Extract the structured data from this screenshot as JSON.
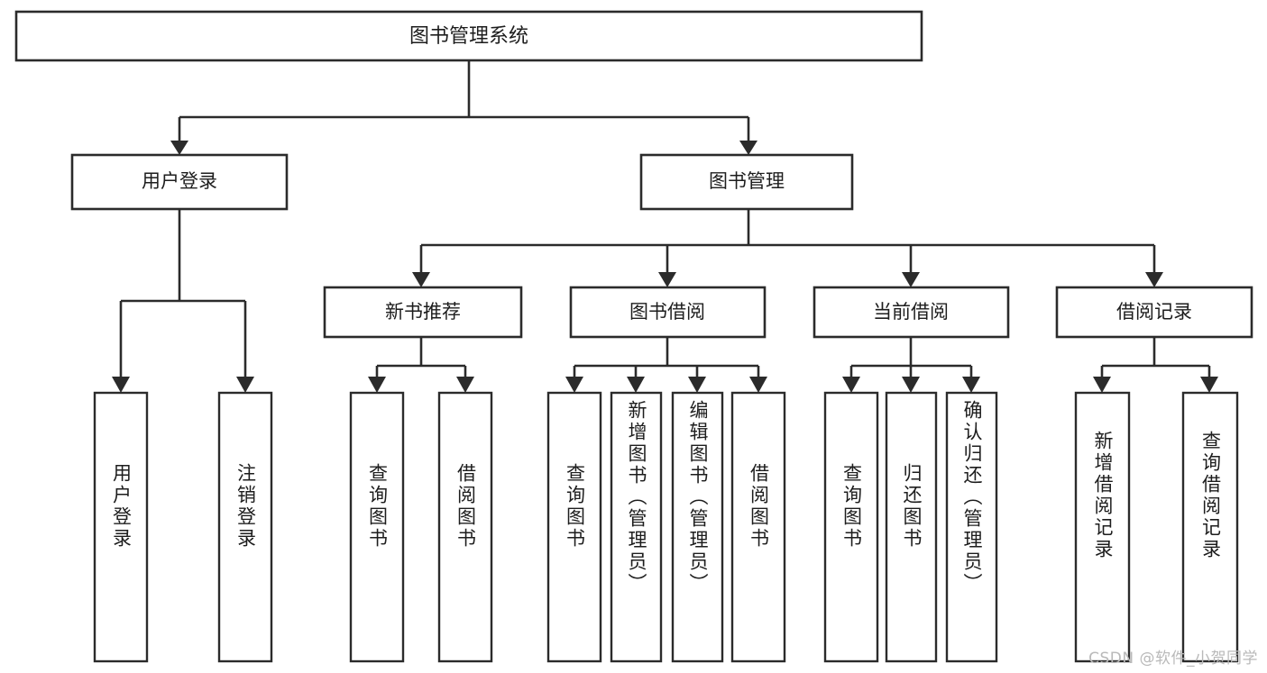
{
  "diagram": {
    "type": "tree-hierarchy",
    "title": "图书管理系统",
    "orientation": "top-down",
    "colors": {
      "stroke": "#2b2b2b",
      "fill": "#ffffff",
      "text": "#1d1d1d",
      "watermark": "#b9b9b9",
      "background": "#ffffff"
    },
    "root": {
      "label": "图书管理系统"
    },
    "level2": [
      {
        "label": "用户登录"
      },
      {
        "label": "图书管理"
      }
    ],
    "level3": [
      {
        "label": "新书推荐"
      },
      {
        "label": "图书借阅"
      },
      {
        "label": "当前借阅"
      },
      {
        "label": "借阅记录"
      }
    ],
    "leaves": {
      "user_login": [
        {
          "label": "用户登录"
        },
        {
          "label": "注销登录"
        }
      ],
      "new_book_recommend": [
        {
          "label": "查询图书"
        },
        {
          "label": "借阅图书"
        }
      ],
      "book_borrow": [
        {
          "label": "查询图书"
        },
        {
          "label": "新增图书（管理员）"
        },
        {
          "label": "编辑图书（管理员）"
        },
        {
          "label": "借阅图书"
        }
      ],
      "current_borrow": [
        {
          "label": "查询图书"
        },
        {
          "label": "归还图书"
        },
        {
          "label": "确认归还（管理员）"
        }
      ],
      "borrow_record": [
        {
          "label": "新增借阅记录"
        },
        {
          "label": "查询借阅记录"
        }
      ]
    },
    "watermark": "CSDN @软件_小贺同学"
  }
}
